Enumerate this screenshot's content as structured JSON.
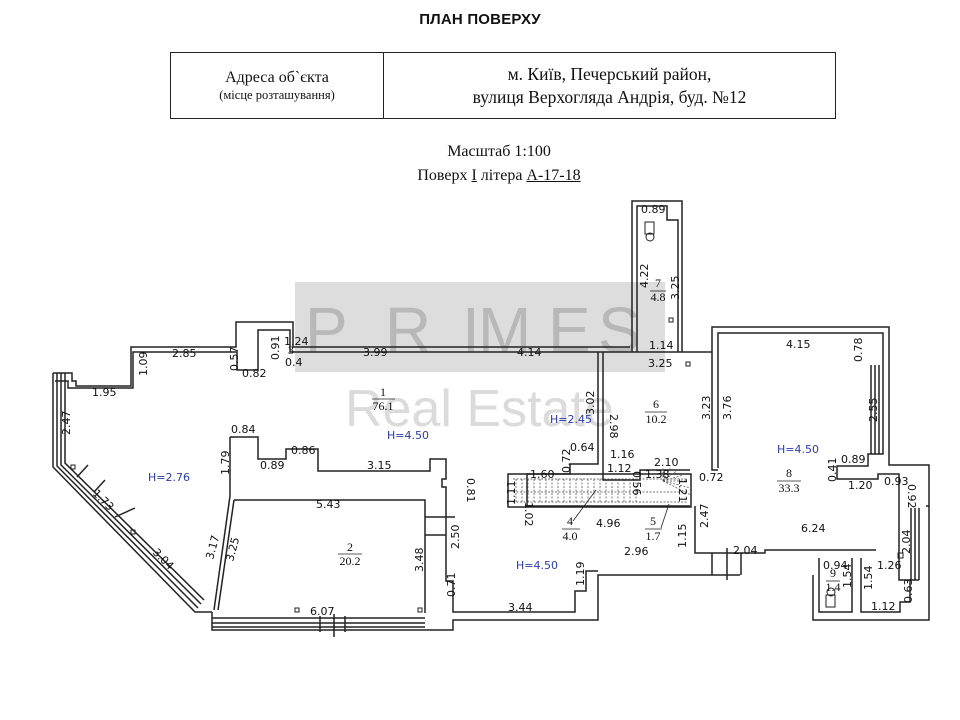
{
  "title": "ПЛАН ПОВЕРХУ",
  "address_table": {
    "label_line1": "Адреса об`єкта",
    "label_line2": "(місце розташування)",
    "value_line1": "м. Київ, Печерський район,",
    "value_line2": "вулиця Верхогляда Андрія, буд. №12"
  },
  "scale": "Масштаб 1:100",
  "floor": {
    "prefix": "Поверх ",
    "floor_number": "I",
    "mid": " літера ",
    "letter": "А-17-18"
  },
  "watermark": {
    "letters": [
      "P",
      "R",
      "I",
      "M",
      "E",
      "S"
    ],
    "subtitle": "Real Estate"
  },
  "rooms": [
    {
      "number": "1",
      "area": "76.1"
    },
    {
      "number": "2",
      "area": "20.2"
    },
    {
      "number": "3",
      "area": ""
    },
    {
      "number": "4",
      "area": "4.0"
    },
    {
      "number": "5",
      "area": "1.7"
    },
    {
      "number": "6",
      "area": "10.2"
    },
    {
      "number": "7",
      "area": "4.8"
    },
    {
      "number": "8",
      "area": "33.3"
    },
    {
      "number": "9",
      "area": "1.4"
    }
  ],
  "heights": [
    "H=2.76",
    "H=4.50",
    "H=2.45",
    "H=4.50",
    "H=4.50"
  ],
  "dimensions": {
    "d_195": "1.95",
    "d_109": "1.09",
    "d_285": "2.85",
    "d_057": "0.57",
    "d_082": "0.82",
    "d_091": "0.91",
    "d_124": "1.24",
    "d_04": "0.4",
    "d_399": "3.99",
    "d_414": "4.14",
    "d_247a": "2.47",
    "d_173": "1.73",
    "d_304": "3.04",
    "d_084": "0.84",
    "d_179": "1.79",
    "d_089a": "0.89",
    "d_086": "0.86",
    "d_315": "3.15",
    "d_081": "0.81",
    "d_543": "5.43",
    "d_317": "3.17",
    "d_325a": "3.25",
    "d_348": "3.48",
    "d_250": "2.50",
    "d_071": "0.71",
    "d_607": "6.07",
    "d_344": "3.44",
    "d_119": "1.19",
    "d_296": "2.96",
    "d_115": "1.15",
    "d_302": "3.02",
    "d_298": "2.98",
    "d_064": "0.64",
    "d_072a": "0.72",
    "d_160": "1.60",
    "d_111": "1.11",
    "d_102": "1.02",
    "d_496": "4.96",
    "d_116": "1.16",
    "d_112a": "1.12",
    "d_056": "0.56",
    "d_210": "2.10",
    "d_138": "1.38",
    "d_121": "1.21",
    "d_247b": "2.47",
    "d_072b": "0.72",
    "d_089b": "0.89",
    "d_422": "4.22",
    "d_325b": "3.25",
    "d_114": "1.14",
    "d_325c": "3.25",
    "d_323": "3.23",
    "d_376": "3.76",
    "d_415": "4.15",
    "d_078": "0.78",
    "d_255": "2.55",
    "d_089c": "0.89",
    "d_041": "0.41",
    "d_120": "1.20",
    "d_093": "0.93",
    "d_092": "0.92",
    "d_624": "6.24",
    "d_204a": "2.04",
    "d_204b": "2.04",
    "d_094": "0.94",
    "d_154a": "1.54",
    "d_154b": "1.54",
    "d_126": "1.26",
    "d_063": "0.63",
    "d_112b": "1.12"
  }
}
